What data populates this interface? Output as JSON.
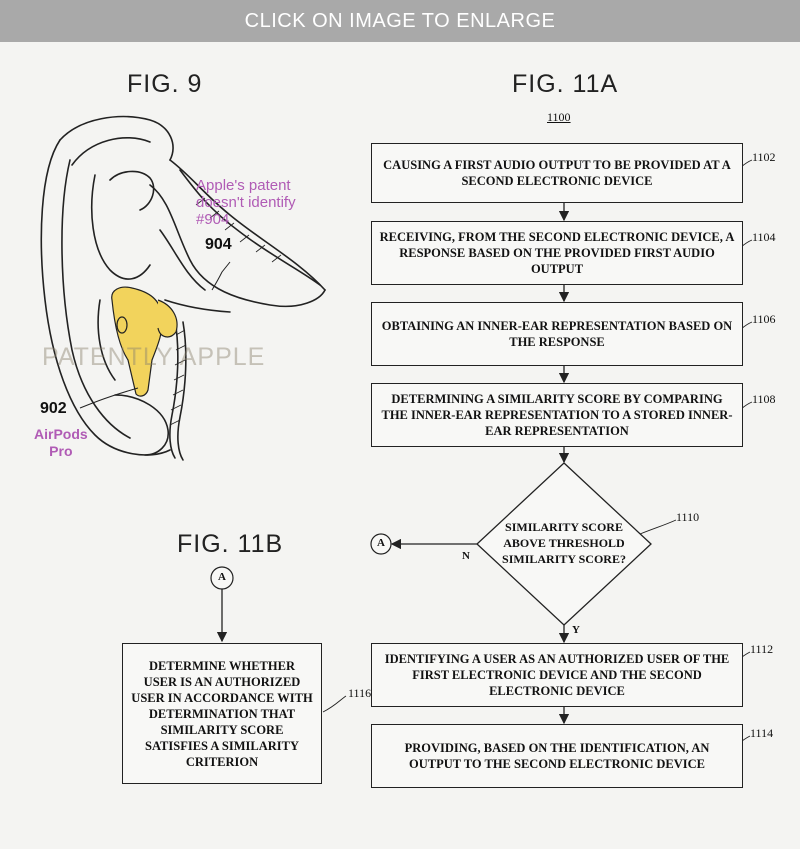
{
  "banner": {
    "label": "CLICK ON IMAGE TO ENLARGE"
  },
  "fig9": {
    "title": "FIG. 9",
    "annotation_line1": "Apple's patent",
    "annotation_line2": "doesn't identify",
    "annotation_line3": "#904",
    "ref_904": "904",
    "ref_902": "902",
    "product_line1": "AirPods",
    "product_line2": "Pro",
    "watermark": "PATENTLY APPLE"
  },
  "fig11a": {
    "title": "FIG. 11A",
    "ref_main": "1100",
    "steps": [
      {
        "ref": "1102",
        "text": "CAUSING A FIRST AUDIO OUTPUT TO BE PROVIDED AT A SECOND ELECTRONIC DEVICE"
      },
      {
        "ref": "1104",
        "text": "RECEIVING, FROM THE SECOND ELECTRONIC DEVICE, A RESPONSE BASED ON THE PROVIDED FIRST AUDIO OUTPUT"
      },
      {
        "ref": "1106",
        "text": "OBTAINING AN INNER-EAR REPRESENTATION BASED ON THE RESPONSE"
      },
      {
        "ref": "1108",
        "text": "DETERMINING A SIMILARITY SCORE BY COMPARING THE INNER-EAR REPRESENTATION TO A STORED INNER-EAR REPRESENTATION"
      },
      {
        "ref": "1112",
        "text": "IDENTIFYING A USER AS AN AUTHORIZED USER OF THE FIRST ELECTRONIC DEVICE AND THE SECOND ELECTRONIC DEVICE"
      },
      {
        "ref": "1114",
        "text": "PROVIDING, BASED ON THE IDENTIFICATION, AN OUTPUT TO THE SECOND ELECTRONIC DEVICE"
      }
    ],
    "decision": {
      "ref": "1110",
      "line1": "SIMILARITY SCORE",
      "line2": "ABOVE THRESHOLD",
      "line3": "SIMILARITY SCORE?",
      "no_label": "N",
      "yes_label": "Y"
    },
    "connector": "A"
  },
  "fig11b": {
    "title": "FIG. 11B",
    "connector": "A",
    "ref": "1116",
    "text": "DETERMINE WHETHER USER IS AN AUTHORIZED USER IN ACCORDANCE WITH DETERMINATION THAT SIMILARITY SCORE SATISFIES A SIMILARITY CRITERION"
  },
  "colors": {
    "banner_bg": "#a9a9a9",
    "annotation": "#b05bb5",
    "earbud": "#f2d35c",
    "line": "#222222"
  }
}
